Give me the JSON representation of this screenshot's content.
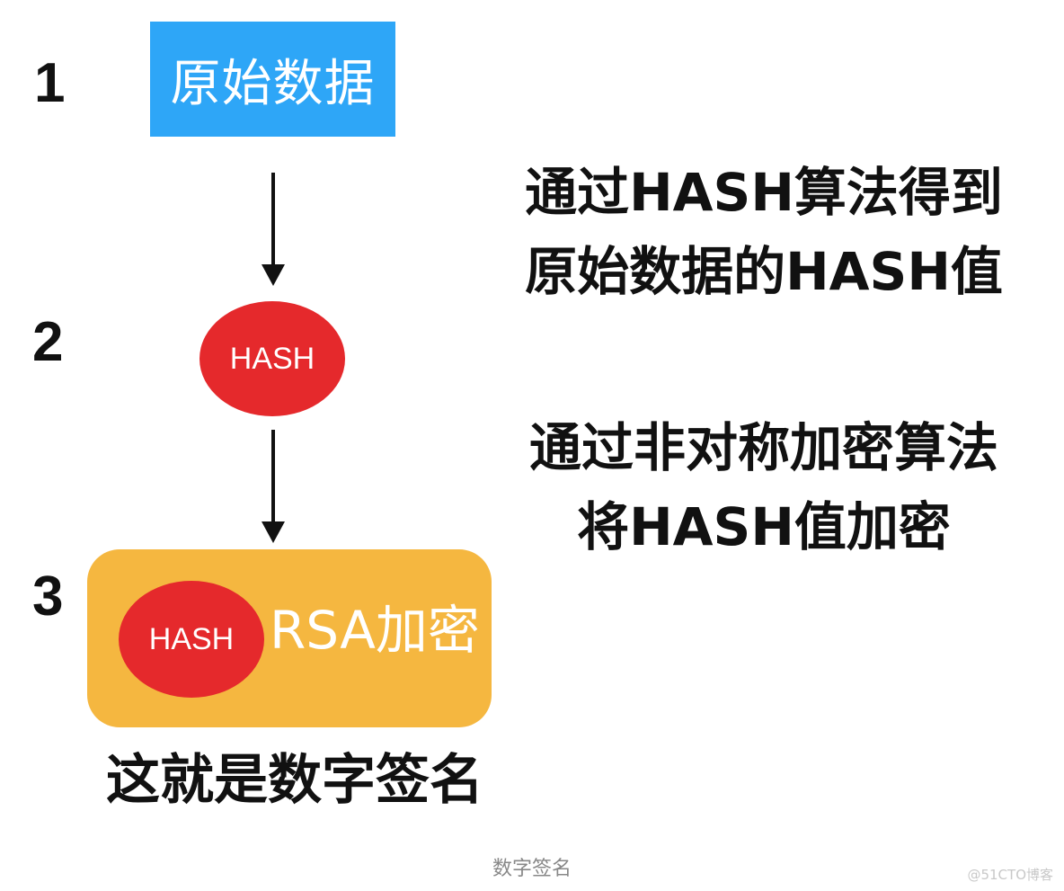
{
  "colors": {
    "raw_box": "#2ea6f7",
    "hash_ellipse": "#e5292c",
    "rsa_box": "#f5b740",
    "text": "#111111"
  },
  "steps": {
    "step1": "1",
    "step2": "2",
    "step3": "3"
  },
  "raw_data": {
    "label": "原始数据"
  },
  "hash_node": {
    "label": "HASH"
  },
  "rsa_node": {
    "hash_label": "HASH",
    "label": "RSA加密"
  },
  "descriptions": {
    "hash_line1": "通过HASH算法得到",
    "hash_line2": "原始数据的HASH值",
    "encrypt_line1": "通过非对称加密算法",
    "encrypt_line2": "将HASH值加密"
  },
  "conclusion": "这就是数字签名",
  "caption": "数字签名",
  "watermark": "@51CTO博客"
}
